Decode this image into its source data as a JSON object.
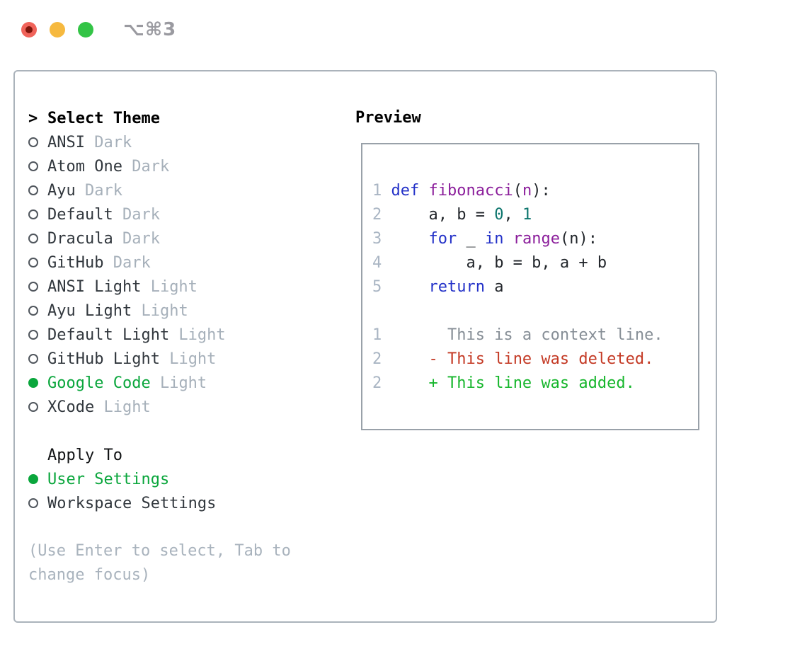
{
  "window": {
    "shortcut_label": "⌥⌘3"
  },
  "colors": {
    "selection_green": "#0aa63c",
    "keyword_blue": "#2331c8",
    "function_purple": "#8b1e9b",
    "number_teal": "#0c756d",
    "deleted_red": "#c43a25",
    "added_green": "#16b62c",
    "muted_gray": "#a6b0ba",
    "line_number_gray": "#a9b5c3",
    "border_gray": "#abb3bb",
    "traffic_red": "#f0635a",
    "traffic_yellow": "#f6b93f",
    "traffic_green": "#33c446"
  },
  "theme_picker": {
    "prompt": ">",
    "title": "Select Theme",
    "themes": [
      {
        "name": "ANSI",
        "variant": "Dark",
        "selected": false
      },
      {
        "name": "Atom One",
        "variant": "Dark",
        "selected": false
      },
      {
        "name": "Ayu",
        "variant": "Dark",
        "selected": false
      },
      {
        "name": "Default",
        "variant": "Dark",
        "selected": false
      },
      {
        "name": "Dracula",
        "variant": "Dark",
        "selected": false
      },
      {
        "name": "GitHub",
        "variant": "Dark",
        "selected": false
      },
      {
        "name": "ANSI Light",
        "variant": "Light",
        "selected": false
      },
      {
        "name": "Ayu Light",
        "variant": "Light",
        "selected": false
      },
      {
        "name": "Default Light",
        "variant": "Light",
        "selected": false
      },
      {
        "name": "GitHub Light",
        "variant": "Light",
        "selected": false
      },
      {
        "name": "Google Code",
        "variant": "Light",
        "selected": true
      },
      {
        "name": "XCode",
        "variant": "Light",
        "selected": false
      }
    ],
    "apply_to": {
      "title": "Apply To",
      "options": [
        {
          "label": "User Settings",
          "selected": true
        },
        {
          "label": "Workspace Settings",
          "selected": false
        }
      ]
    },
    "help_lines": [
      "(Use Enter to select, Tab to",
      "change focus)"
    ]
  },
  "preview": {
    "title": "Preview",
    "code_lines": [
      {
        "num": "1",
        "tokens": [
          [
            "pl",
            " "
          ],
          [
            "kw",
            "def"
          ],
          [
            "pl",
            " "
          ],
          [
            "fn",
            "fibonacci"
          ],
          [
            "pl",
            "("
          ],
          [
            "fn",
            "n"
          ],
          [
            "pl",
            "):"
          ]
        ]
      },
      {
        "num": "2",
        "tokens": [
          [
            "pl",
            "     a, b = "
          ],
          [
            "nm",
            "0"
          ],
          [
            "pl",
            ", "
          ],
          [
            "nm",
            "1"
          ]
        ]
      },
      {
        "num": "3",
        "tokens": [
          [
            "pl",
            "     "
          ],
          [
            "kw",
            "for"
          ],
          [
            "pl",
            " _ "
          ],
          [
            "kw",
            "in"
          ],
          [
            "pl",
            " "
          ],
          [
            "fn",
            "range"
          ],
          [
            "pl",
            "(n):"
          ]
        ]
      },
      {
        "num": "4",
        "tokens": [
          [
            "pl",
            "         a, b = b, a + b"
          ]
        ]
      },
      {
        "num": "5",
        "tokens": [
          [
            "pl",
            "     "
          ],
          [
            "kw",
            "return"
          ],
          [
            "pl",
            " a"
          ]
        ]
      }
    ],
    "diff_lines": [
      {
        "num": "1",
        "tokens": [
          [
            "ctx",
            "       This is a context line."
          ]
        ]
      },
      {
        "num": "2",
        "tokens": [
          [
            "pl",
            "     "
          ],
          [
            "del",
            "- This line was deleted."
          ]
        ]
      },
      {
        "num": "2",
        "tokens": [
          [
            "pl",
            "     "
          ],
          [
            "add",
            "+ This line was added."
          ]
        ]
      }
    ]
  }
}
